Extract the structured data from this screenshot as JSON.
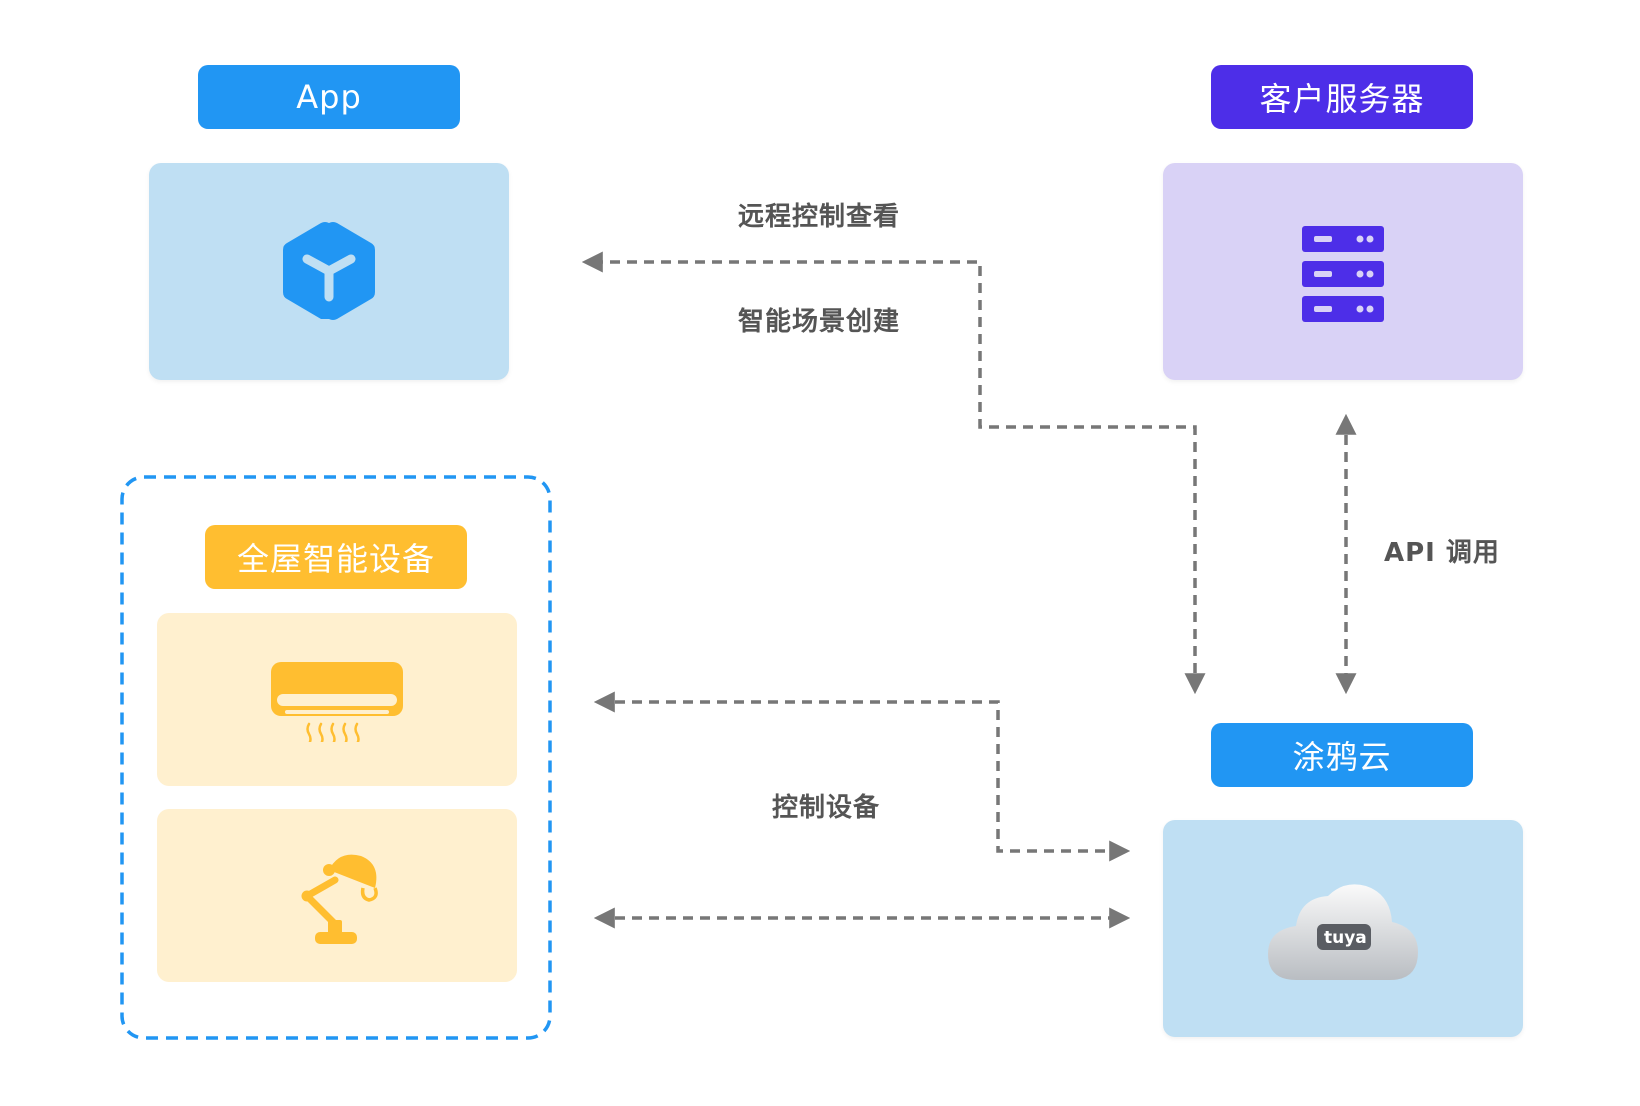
{
  "nodes": {
    "app": {
      "label": "App",
      "color": "#2196F3",
      "panel_color": "#BFDFF3",
      "icon": "cube-icon"
    },
    "server": {
      "label": "客户服务器",
      "color": "#4D2EE8",
      "panel_color": "#D9D2F6",
      "icon": "server-icon"
    },
    "devices": {
      "label": "全屋智能设备",
      "color": "#FFBE30",
      "panel_color": "#FFF0CF",
      "items": [
        {
          "icon": "air-conditioner-icon"
        },
        {
          "icon": "desk-lamp-icon"
        }
      ]
    },
    "cloud": {
      "label": "涂鸦云",
      "color": "#2196F3",
      "panel_color": "#BFDFF3",
      "icon": "tuya-cloud-icon",
      "logo_text": "tuya"
    }
  },
  "edges": {
    "app_cloud_top": "远程控制查看",
    "app_cloud_bottom": "智能场景创建",
    "server_cloud": "API 调用",
    "devices_cloud": "控制设备"
  },
  "colors": {
    "connector": "#777777",
    "group_border": "#2196F3"
  }
}
